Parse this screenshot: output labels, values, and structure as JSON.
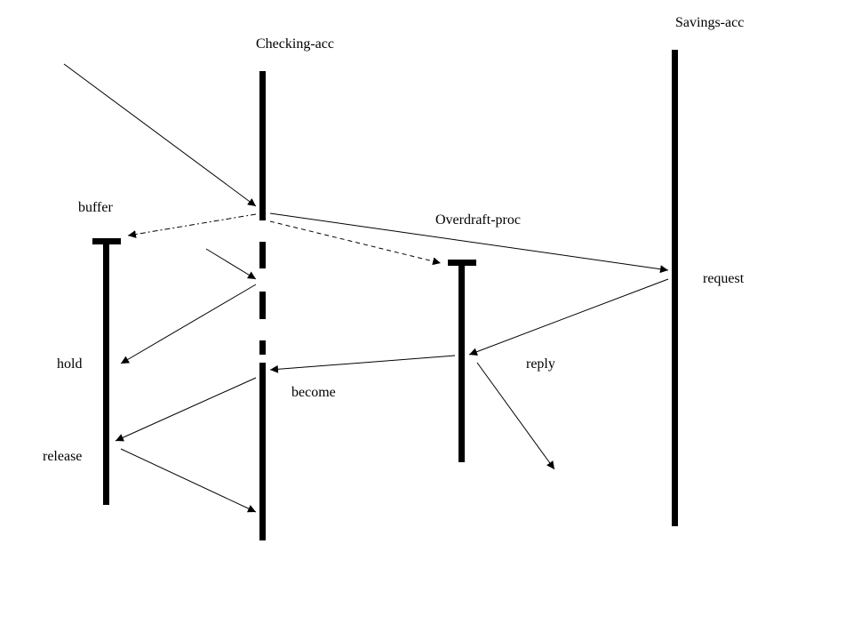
{
  "actors": {
    "checking": {
      "label": "Checking-acc"
    },
    "savings": {
      "label": "Savings-acc"
    },
    "overdraft": {
      "label": "Overdraft-proc"
    },
    "buffer": {
      "label": "buffer"
    }
  },
  "messages": {
    "request": "request",
    "reply": "reply",
    "hold": "hold",
    "release": "release",
    "become": "become"
  },
  "colors": {
    "ink": "#000000",
    "background": "#ffffff"
  }
}
